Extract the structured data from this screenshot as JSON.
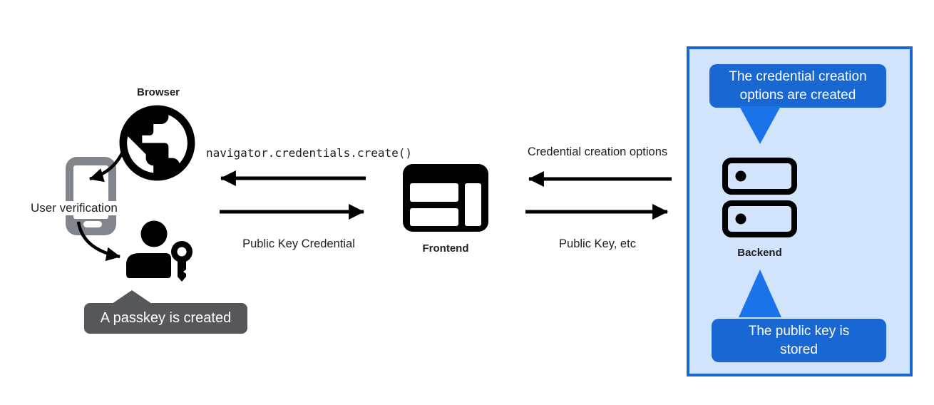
{
  "labels": {
    "browser": "Browser",
    "user_verification": "User verification",
    "frontend": "Frontend",
    "backend": "Backend",
    "code_call": "navigator.credentials.create()",
    "public_key_credential": "Public Key Credential",
    "credential_creation_options": "Credential creation options",
    "public_key_etc": "Public Key, etc"
  },
  "tooltips": {
    "passkey_created": "A passkey is created",
    "credential_options_created": "The credential creation\noptions are created",
    "public_key_stored": "The public key is\nstored"
  },
  "icons": {
    "browser": "globe-icon",
    "authenticator": "smartphone-icon",
    "user": "person-key-icon",
    "frontend": "browser-window-icon",
    "backend": "server-stack-icon"
  },
  "colors": {
    "accent_blue": "#1967d2",
    "accent_blue_bright": "#1a73e8",
    "light_blue_fill": "#d2e3fc",
    "dark_tooltip_gray": "#56575a",
    "phone_gray": "#80868b",
    "icon_black": "#000000",
    "text_dark": "#202124"
  }
}
